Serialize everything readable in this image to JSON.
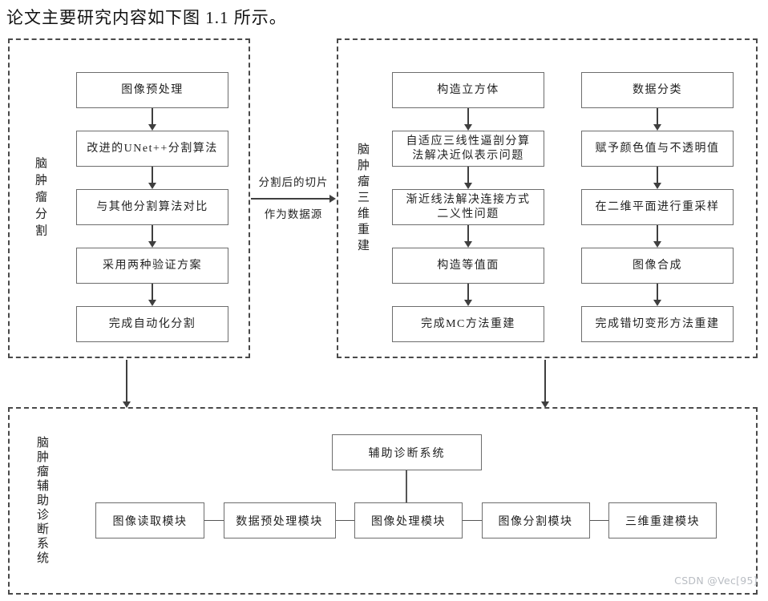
{
  "title": "论文主要研究内容如下图 1.1 所示。",
  "watermark": "CSDN @Vec[95]",
  "connector": {
    "top_label": "分割后的切片",
    "bottom_label": "作为数据源"
  },
  "colors": {
    "dashed_border": "#4a4a4a",
    "node_border": "#6d6d6d",
    "line": "#3f3f3f",
    "text": "#222222",
    "watermark": "#b9bdc3"
  },
  "groups": {
    "segmentation": {
      "side_label": "脑肿瘤分割",
      "steps": [
        "图像预处理",
        "改进的UNet++分割算法",
        "与其他分割算法对比",
        "采用两种验证方案",
        "完成自动化分割"
      ]
    },
    "reconstruction": {
      "side_label": "脑肿瘤三维重建",
      "mc_steps": [
        "构造立方体",
        "自适应三线性逼剖分算\n法解决近似表示问题",
        "渐近线法解决连接方式\n二义性问题",
        "构造等值面",
        "完成MC方法重建"
      ],
      "shear_steps": [
        "数据分类",
        "赋予颜色值与不透明值",
        "在二维平面进行重采样",
        "图像合成",
        "完成错切变形方法重建"
      ]
    },
    "diagnosis": {
      "side_label": "脑肿瘤辅助诊断系统",
      "system_label": "辅助诊断系统",
      "modules": [
        "图像读取模块",
        "数据预处理模块",
        "图像处理模块",
        "图像分割模块",
        "三维重建模块"
      ]
    }
  }
}
